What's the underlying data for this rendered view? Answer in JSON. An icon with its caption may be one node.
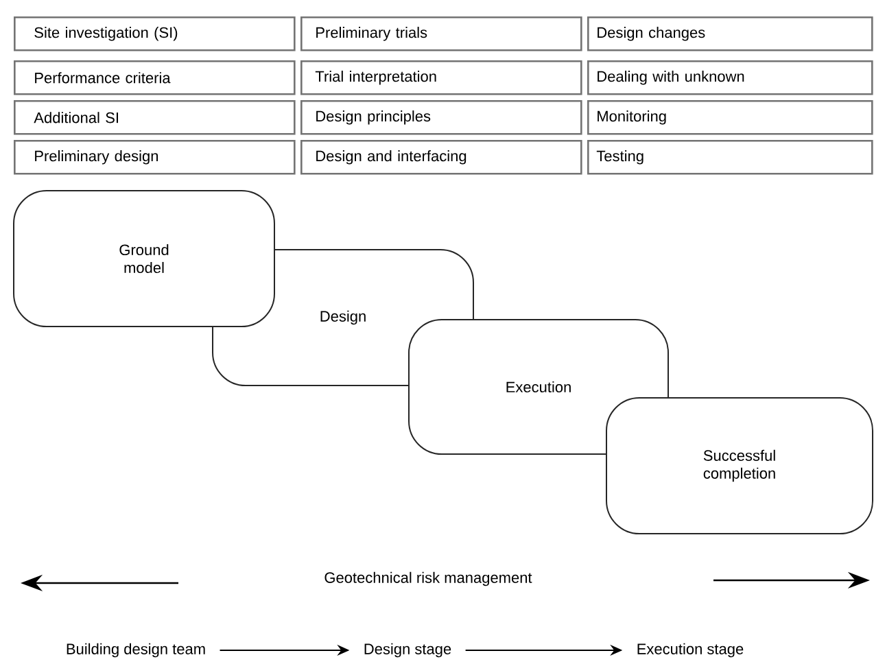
{
  "diagram": {
    "nodes": [
      {
        "text": [
          "Site investigation (SI)"
        ]
      },
      {
        "text": [
          "Preliminary trials"
        ]
      },
      {
        "text": [
          "Design changes"
        ]
      },
      {
        "text": [
          "Performance criteria"
        ]
      },
      {
        "text": [
          "Trial interpretation"
        ]
      },
      {
        "text": [
          "Dealing with unknown"
        ]
      },
      {
        "text": [
          "Additional SI"
        ]
      },
      {
        "text": [
          "Design principles"
        ]
      },
      {
        "text": [
          "Monitoring"
        ]
      },
      {
        "text": [
          "Preliminary design"
        ]
      },
      {
        "text": [
          "Design and interfacing"
        ]
      },
      {
        "text": [
          "Testing"
        ]
      },
      {
        "text": [
          "Ground model"
        ]
      },
      {
        "text": [
          "Design"
        ]
      },
      {
        "text": [
          "Execution"
        ]
      },
      {
        "text": [
          "Successful completion"
        ]
      },
      {
        "text": [
          "Building design team"
        ]
      },
      {
        "text": [
          "Design stage"
        ]
      },
      {
        "text": [
          "Execution stage"
        ]
      }
    ],
    "edges": [
      {
        "from": 16,
        "to": 17,
        "arrow": "to"
      },
      {
        "from": 17,
        "to": 18,
        "arrow": "to"
      }
    ],
    "labels": [
      "Geotechnical risk management"
    ]
  }
}
